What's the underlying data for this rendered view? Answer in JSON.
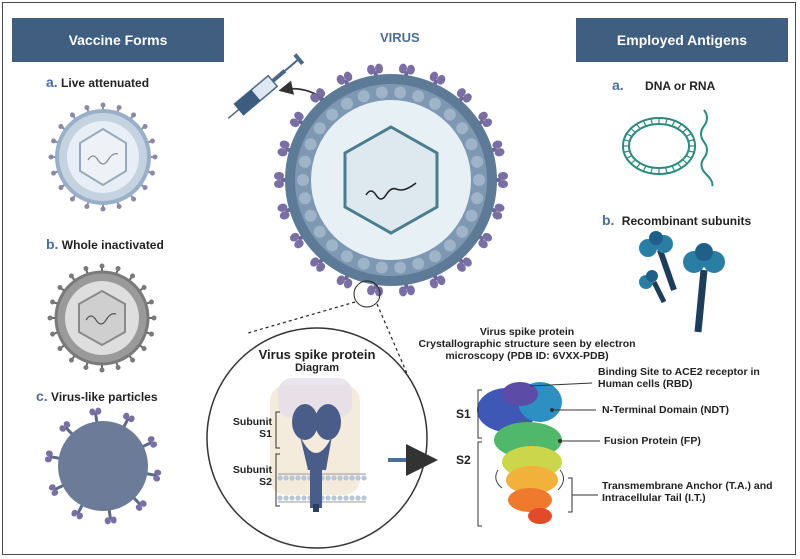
{
  "left_panel": {
    "title": "Vaccine Forms",
    "items": [
      {
        "letter": "a.",
        "label": "Live attenuated"
      },
      {
        "letter": "b.",
        "label": "Whole inactivated"
      },
      {
        "letter": "c.",
        "label": "Virus-like particles"
      }
    ]
  },
  "center": {
    "title": "VIRUS",
    "spike_title": "Virus spike protein",
    "spike_subtitle": "Diagram",
    "subunit_s1": [
      "Subunit",
      "S1"
    ],
    "subunit_s2": [
      "Subunit",
      "S2"
    ]
  },
  "right_panel": {
    "title": "Employed Antigens",
    "items": [
      {
        "letter": "a.",
        "label": "DNA or RNA"
      },
      {
        "letter": "b.",
        "label": "Recombinant subunits"
      }
    ]
  },
  "crystal": {
    "heading": [
      "Virus spike protein",
      "Crystallographic structure seen by electron",
      "microscopy (PDB ID: 6VXX-PDB)"
    ],
    "s1": "S1",
    "s2": "S2",
    "annotations": [
      "Binding Site to ACE2 receptor in",
      "Human cells (RBD)",
      "N-Terminal Domain (NDT)",
      "Fusion Protein (FP)",
      "Transmembrane Anchor (T.A.) and",
      "Intracellular Tail (I.T.)"
    ]
  },
  "colors": {
    "header": "#3f5e80",
    "letter": "#4b6d98",
    "virus_membrane": "#5d7a97",
    "spike": "#7a6fa3",
    "protein": "#2f6f8f"
  }
}
